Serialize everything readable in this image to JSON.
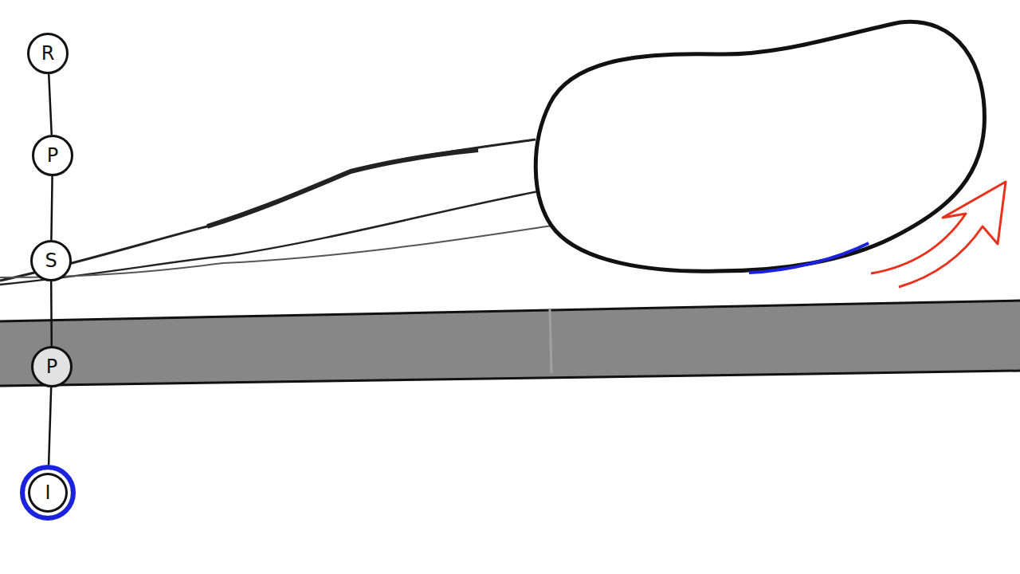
{
  "diagram": {
    "nodes": [
      {
        "text": [
          "R"
        ]
      },
      {
        "text": [
          "P"
        ]
      },
      {
        "text": [
          "S"
        ]
      },
      {
        "text": [
          "P"
        ]
      },
      {
        "text": [
          "I"
        ]
      }
    ],
    "edges": [
      {
        "from": 0,
        "to": 1,
        "arrow": "none"
      },
      {
        "from": 1,
        "to": 2,
        "arrow": "none"
      },
      {
        "from": 2,
        "to": 3,
        "arrow": "none"
      },
      {
        "from": 3,
        "to": 4,
        "arrow": "none"
      }
    ]
  }
}
